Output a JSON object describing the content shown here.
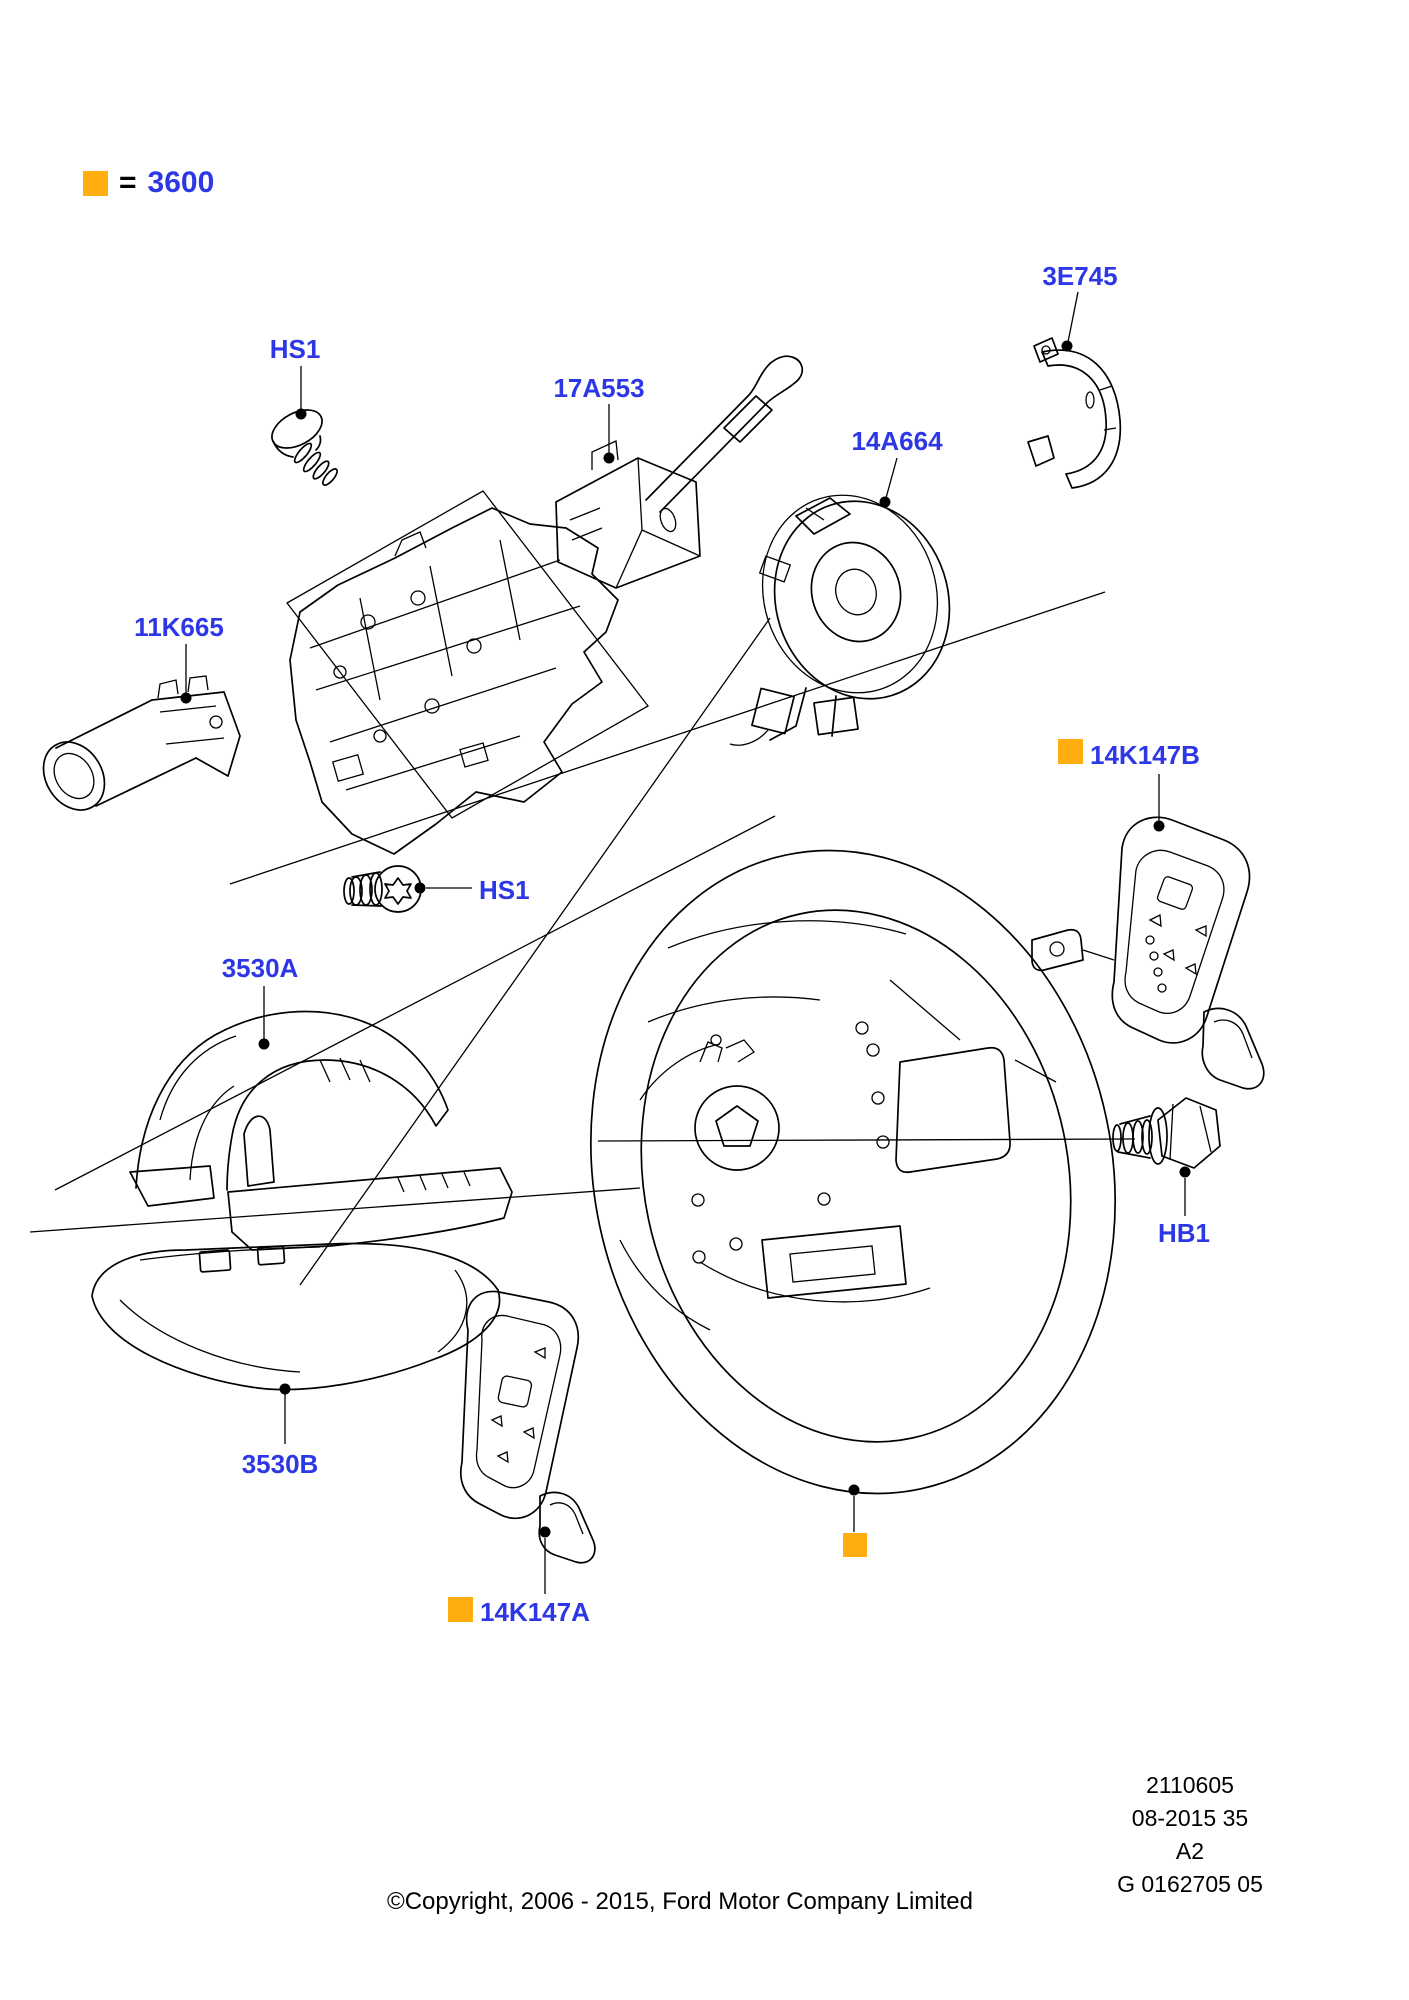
{
  "colors": {
    "label_blue": "#2d37e6",
    "marker_orange": "#ffae10",
    "line_black": "#000000"
  },
  "legend": {
    "equals_sign": "=",
    "part_code": "3600"
  },
  "part_labels": [
    {
      "id": "hs1-top",
      "text": "HS1"
    },
    {
      "id": "17a553",
      "text": "17A553"
    },
    {
      "id": "14a664",
      "text": "14A664"
    },
    {
      "id": "3e745",
      "text": "3E745"
    },
    {
      "id": "11k665",
      "text": "11K665"
    },
    {
      "id": "hs1-mid",
      "text": "HS1"
    },
    {
      "id": "14k147b",
      "text": "14K147B"
    },
    {
      "id": "3530a",
      "text": "3530A"
    },
    {
      "id": "hb1",
      "text": "HB1"
    },
    {
      "id": "3530b",
      "text": "3530B"
    },
    {
      "id": "14k147a",
      "text": "14K147A"
    }
  ],
  "footer": {
    "doc_number": "2110605",
    "date_code": "08-2015 35",
    "sheet": "A2",
    "drawing_number": "G 0162705 05",
    "copyright": "©Copyright, 2006 - 2015, Ford Motor Company Limited"
  }
}
